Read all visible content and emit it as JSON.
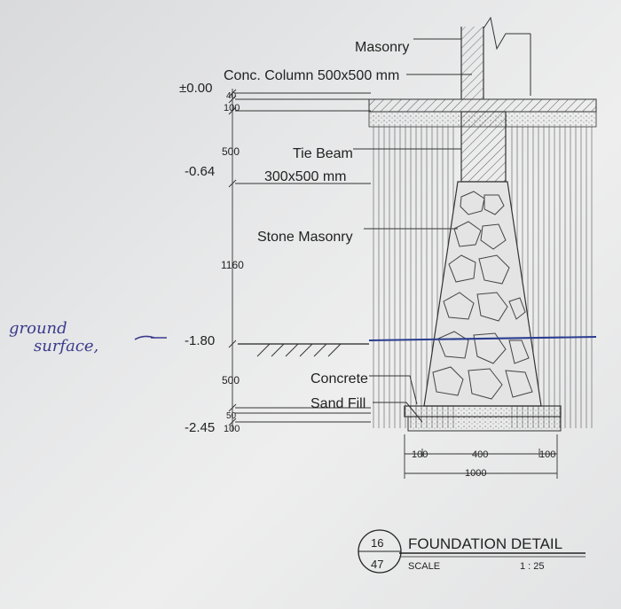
{
  "labels": {
    "masonry": "Masonry",
    "column": "Conc. Column 500x500 mm",
    "tie_beam_1": "Tie Beam",
    "tie_beam_2": "300x500 mm",
    "stone_masonry": "Stone Masonry",
    "concrete": "Concrete",
    "sand_fill": "Sand Fill"
  },
  "levels": {
    "top": "±0.00",
    "tie_beam": "-0.64",
    "ground": "-1.80",
    "bottom": "-2.45"
  },
  "dimensions": {
    "d40_top": "40",
    "d100_top": "100",
    "d500_upper": "500",
    "d1160": "1160",
    "d500_lower": "500",
    "d50_bottom": "50",
    "d100_bottom": "100",
    "w100_left": "100",
    "w400": "400",
    "w100_right": "100",
    "w1000": "1000"
  },
  "annotation": {
    "line1": "ground",
    "line2": "surface,"
  },
  "title_block": {
    "number": "16",
    "sheet": "47",
    "title": "FOUNDATION DETAIL",
    "scale_label": "SCALE",
    "scale_value": "1 : 25"
  },
  "colors": {
    "ink": "#2a2a2a",
    "hand_ink": "#3a3a8c",
    "ground_line": "#2b3d8f"
  }
}
